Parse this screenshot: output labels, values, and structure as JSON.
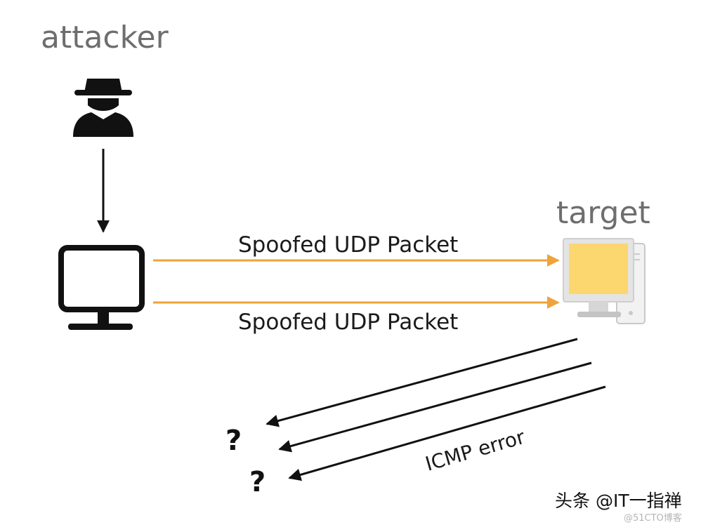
{
  "nodes": {
    "attacker_label": "attacker",
    "target_label": "target"
  },
  "edges": {
    "packet_1": "Spoofed UDP Packet",
    "packet_2": "Spoofed UDP Packet",
    "icmp": "ICMP error"
  },
  "unknown_marks": [
    "?",
    "?"
  ],
  "watermark": {
    "primary": "头条 @IT一指禅",
    "secondary": "@51CTO博客"
  },
  "colors": {
    "packet_arrow": "#f0a33a",
    "target_screen": "#fcd66e",
    "icon": "#111111",
    "label": "#6e6e6e"
  },
  "icons": {
    "attacker": "spy-icon",
    "source": "monitor-icon",
    "target": "desktop-computer-icon"
  }
}
